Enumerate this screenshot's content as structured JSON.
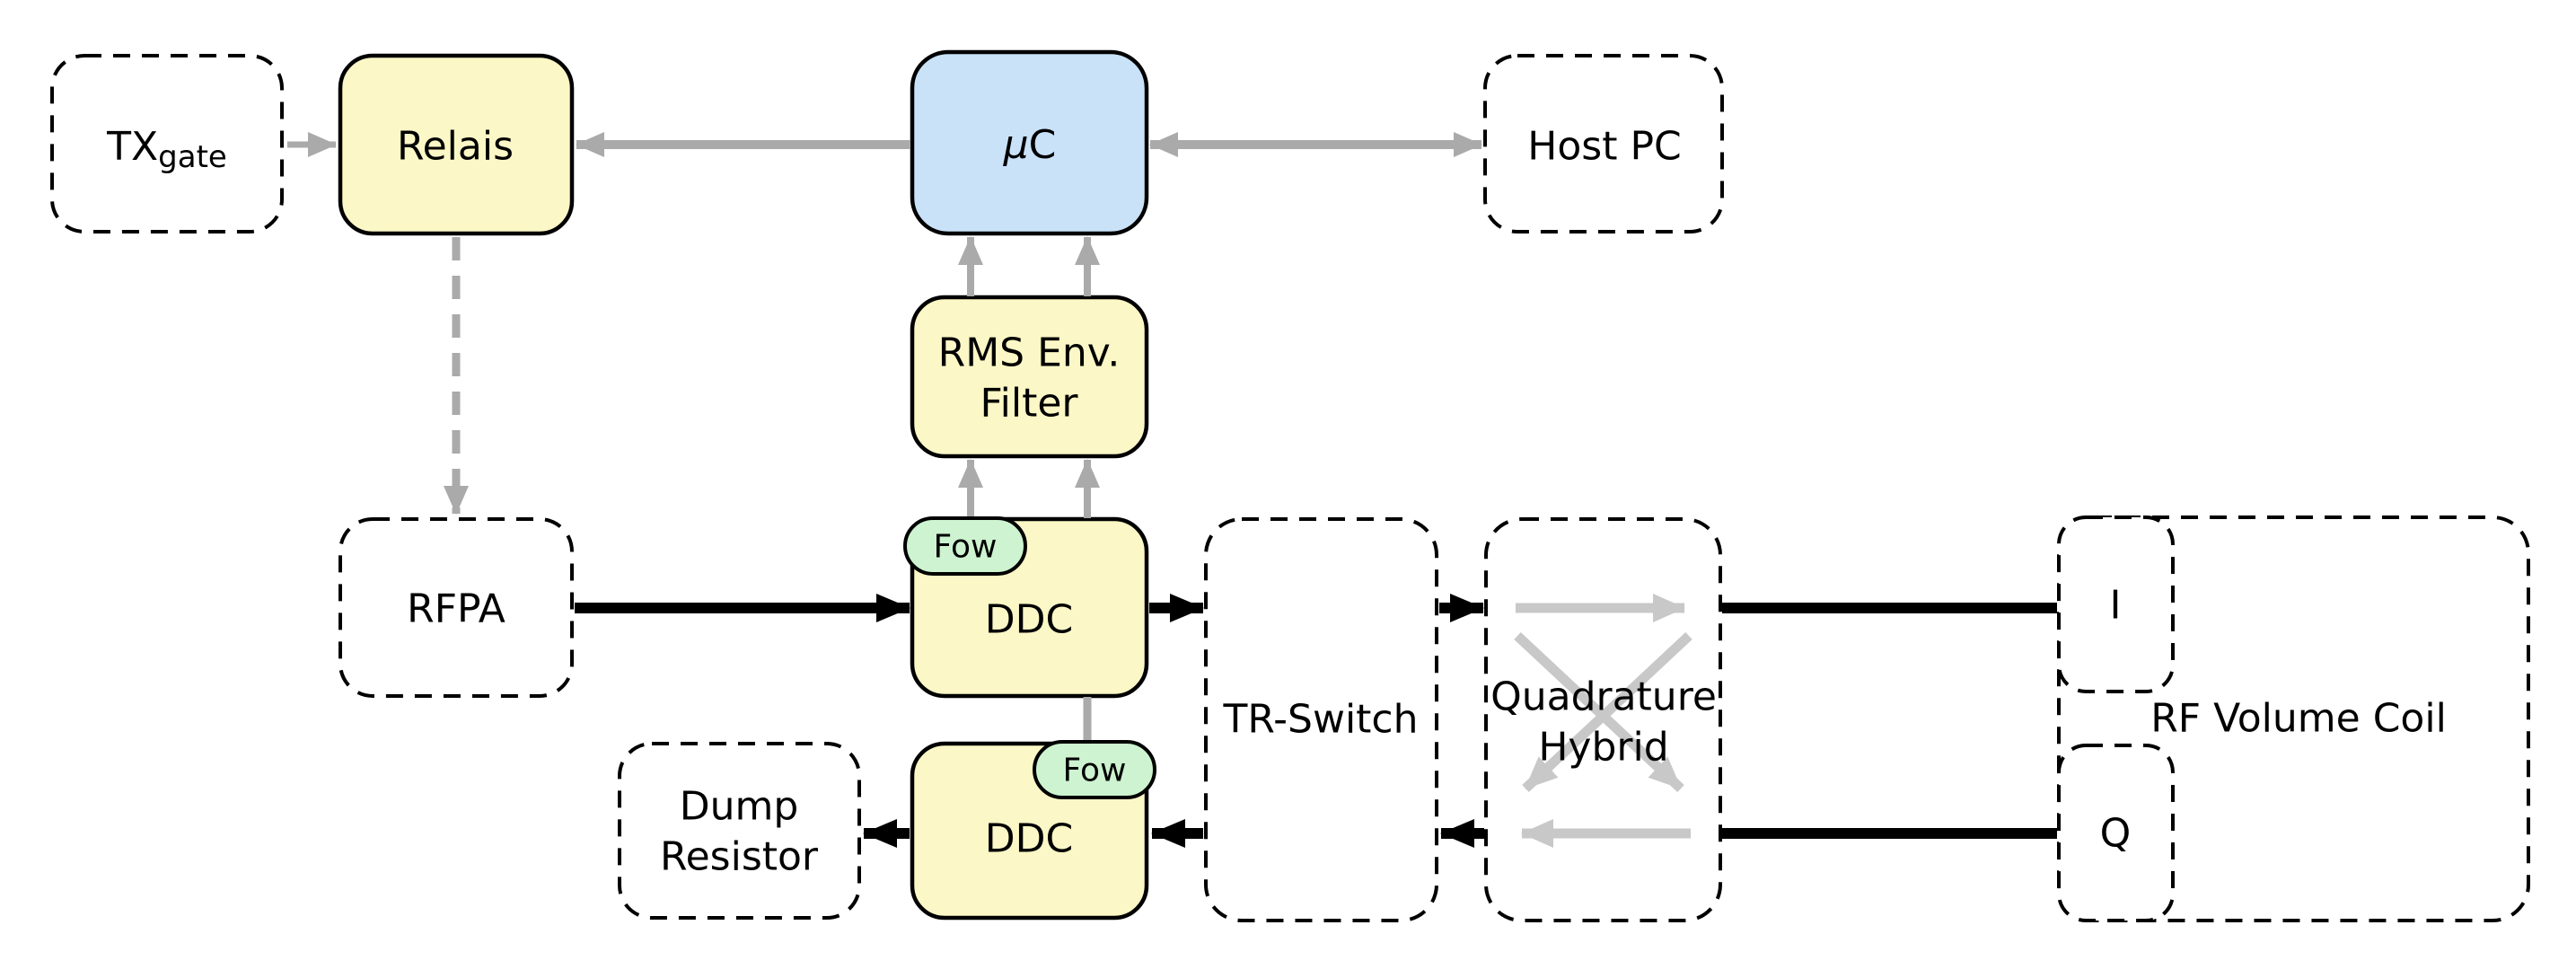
{
  "diagram": {
    "colors": {
      "background": "#FFFFFF",
      "node_yellow": "#FBF7C6",
      "node_blue": "#C9E2F8",
      "badge_green": "#CDF3D0",
      "node_white": "#FFFFFF",
      "border_black": "#000000",
      "arrow_black": "#000000",
      "arrow_gray": "#AAAAAA",
      "arrow_light_gray": "#C8C8C8"
    },
    "nodes": {
      "txgate": {
        "label_main": "TX",
        "label_sub": "gate"
      },
      "relais": {
        "label": "Relais"
      },
      "mcu": {
        "label_mu": "µ",
        "label_c": "C"
      },
      "host_pc": {
        "label": "Host PC"
      },
      "rms_filter": {
        "line1": "RMS Env.",
        "line2": "Filter"
      },
      "rfpa": {
        "label": "RFPA"
      },
      "ddc_forward": {
        "label": "DDC",
        "badge": "Fow"
      },
      "ddc_reflected": {
        "label": "DDC",
        "badge": "Fow"
      },
      "tr_switch": {
        "label": "TR-Switch"
      },
      "quadrature_hybrid": {
        "line1": "Quadrature",
        "line2": "Hybrid"
      },
      "dump_resistor": {
        "line1": "Dump",
        "line2": "Resistor"
      },
      "rf_volume_coil": {
        "label": "RF Volume Coil",
        "port_i": "I",
        "port_q": "Q"
      }
    }
  }
}
